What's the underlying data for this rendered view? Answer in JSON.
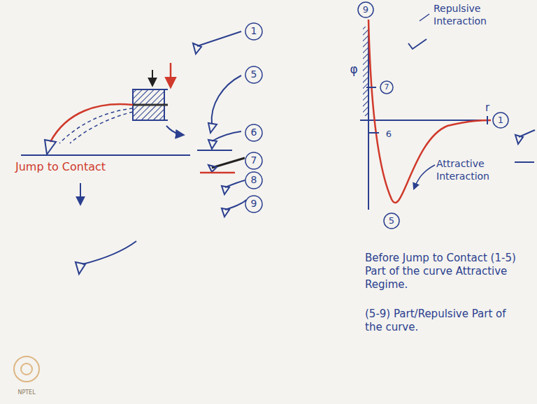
{
  "diagram": {
    "labels": [
      "1",
      "5",
      "6",
      "7",
      "8",
      "9",
      "Jump to Contact",
      "9",
      "Repulsive Interaction",
      "φ",
      "r",
      "1",
      "7",
      "6",
      "Attractive Interaction",
      "5",
      "Before Jump to Contact (1-5) Part of the curve Attractive Regime.",
      "(5-9) Part/Repulsive Part of the curve.",
      "NPTEL"
    ]
  }
}
